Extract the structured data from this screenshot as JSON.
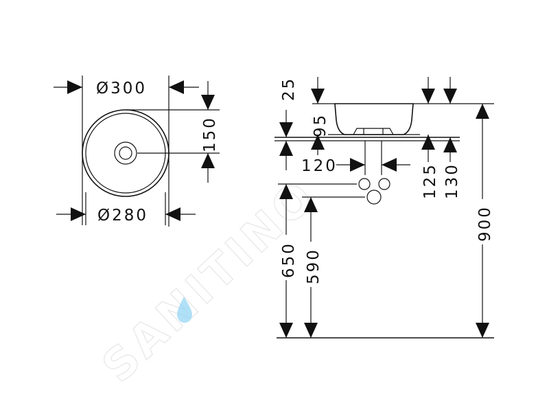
{
  "watermark": "SANITINO",
  "colors": {
    "line": "#111111",
    "watermark": "#d8d8d8",
    "drop": "#8fd3f4"
  },
  "plan_view": {
    "outer_diameter": "Ø300",
    "inner_diameter": "Ø280",
    "half_height": "150"
  },
  "side_view": {
    "rim_height": "25",
    "bowl_height": "95",
    "waste_offset": "120",
    "height_125": "125",
    "height_130": "130",
    "height_650": "650",
    "height_590": "590",
    "total_height": "900"
  }
}
